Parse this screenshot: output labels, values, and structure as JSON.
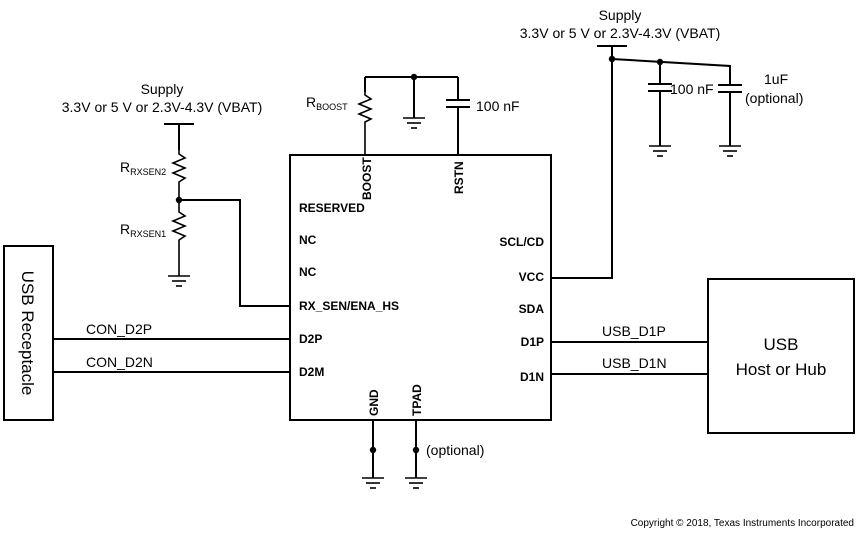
{
  "supply_left": {
    "title": "Supply",
    "voltages": "3.3V or 5 V or 2.3V-4.3V (VBAT)"
  },
  "supply_right": {
    "title": "Supply",
    "voltages": "3.3V or 5 V or 2.3V-4.3V (VBAT)"
  },
  "resistors": {
    "rxsen2": {
      "main": "R",
      "sub": "RXSEN2"
    },
    "rxsen1": {
      "main": "R",
      "sub": "RXSEN1"
    },
    "boost": {
      "main": "R",
      "sub": "BOOST"
    }
  },
  "capacitors": {
    "rstn_cap": "100 nF",
    "vcc_cap": "100 nF",
    "vcc_cap_opt_value": "1uF",
    "vcc_cap_opt_note": "(optional)"
  },
  "chip": {
    "top_pins": [
      "BOOST",
      "RSTN"
    ],
    "left_pins": [
      "RESERVED",
      "NC",
      "NC",
      "RX_SEN/ENA_HS",
      "D2P",
      "D2M"
    ],
    "right_pins": [
      "SCL/CD",
      "VCC",
      "SDA",
      "D1P",
      "D1N"
    ],
    "bottom_pins": [
      "GND",
      "TPAD"
    ]
  },
  "tpad_note": "(optional)",
  "nets": {
    "con_d2p": "CON_D2P",
    "con_d2n": "CON_D2N",
    "usb_d1p": "USB_D1P",
    "usb_d1n": "USB_D1N"
  },
  "receptacle": {
    "label": "USB Receptacle"
  },
  "host": {
    "line1": "USB",
    "line2": "Host or Hub"
  },
  "copyright": "Copyright © 2018, Texas Instruments Incorporated"
}
